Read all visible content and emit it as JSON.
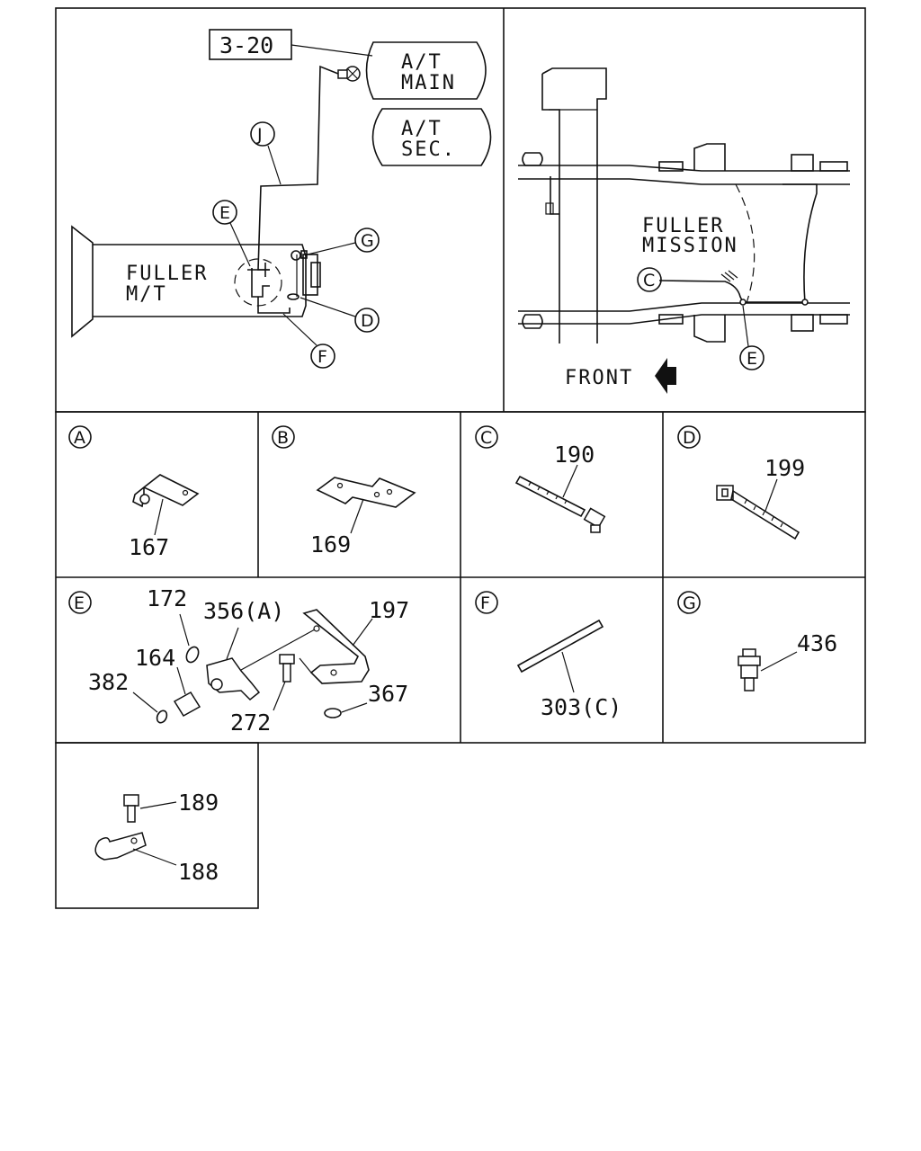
{
  "main_view": {
    "ref_box": "3-20",
    "tank_main": [
      "A/T",
      "MAIN"
    ],
    "tank_sec": [
      "A/T",
      "SEC."
    ],
    "transmission": [
      "FULLER",
      "M/T"
    ],
    "callouts": [
      "J",
      "E",
      "G",
      "D",
      "F"
    ]
  },
  "frame_view": {
    "label": [
      "FULLER",
      "MISSION"
    ],
    "callouts": [
      "C",
      "E"
    ],
    "front": "FRONT"
  },
  "details": {
    "A": {
      "letter": "A",
      "parts": [
        "167"
      ]
    },
    "B": {
      "letter": "B",
      "parts": [
        "169"
      ]
    },
    "C": {
      "letter": "C",
      "parts": [
        "190"
      ]
    },
    "D": {
      "letter": "D",
      "parts": [
        "199"
      ]
    },
    "E": {
      "letter": "E",
      "parts": [
        "172",
        "356(A)",
        "197",
        "164",
        "382",
        "272",
        "367"
      ]
    },
    "F": {
      "letter": "F",
      "parts": [
        "303(C)"
      ]
    },
    "G": {
      "letter": "G",
      "parts": [
        "436"
      ]
    },
    "H": {
      "parts": [
        "189",
        "188"
      ]
    }
  }
}
